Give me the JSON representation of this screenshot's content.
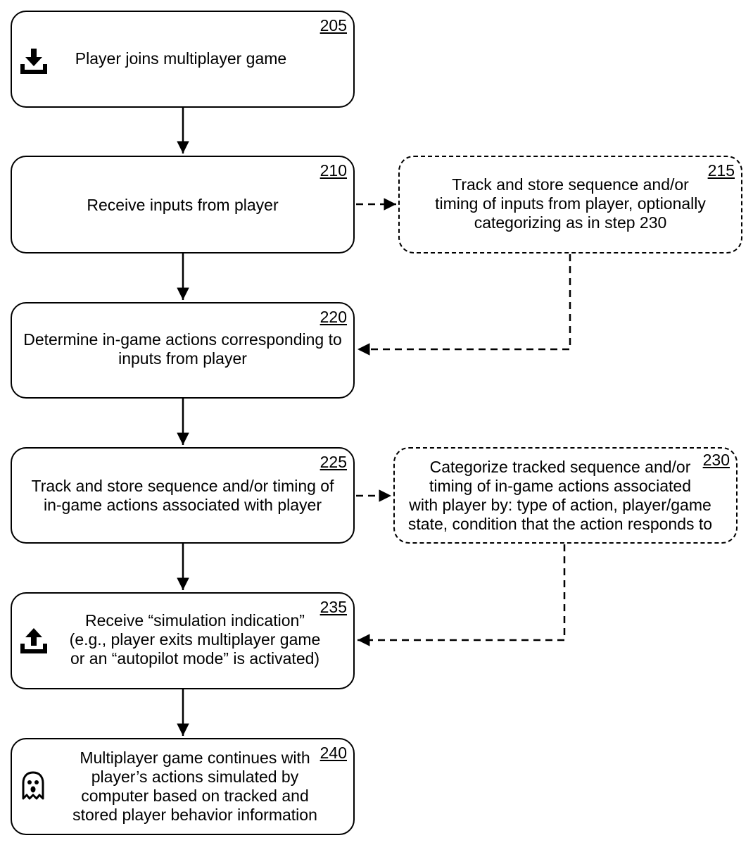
{
  "steps": {
    "s205": {
      "ref": "205",
      "text": "Player joins multiplayer game",
      "icon": "download-icon"
    },
    "s210": {
      "ref": "210",
      "text": "Receive inputs from player"
    },
    "s215": {
      "ref": "215",
      "text": "Track and store sequence and/or\ntiming of inputs from player, optionally\ncategorizing as in step 230",
      "optional": true
    },
    "s220": {
      "ref": "220",
      "text": "Determine in-game actions corresponding to\ninputs from player"
    },
    "s225": {
      "ref": "225",
      "text": "Track and store sequence and/or timing of\nin-game actions associated with player"
    },
    "s230": {
      "ref": "230",
      "text": "Categorize tracked sequence and/or\ntiming of in-game actions associated\nwith player by: type of action, player/game\nstate, condition that the action responds to",
      "optional": true
    },
    "s235": {
      "ref": "235",
      "text": "Receive “simulation indication”\n(e.g., player exits multiplayer game\nor an “autopilot mode” is activated)",
      "icon": "upload-icon"
    },
    "s240": {
      "ref": "240",
      "text": "Multiplayer game continues with\nplayer’s actions simulated by\ncomputer based on tracked and\nstored player behavior information",
      "icon": "ghost-icon"
    }
  },
  "connections": [
    {
      "from": "205",
      "to": "210",
      "style": "solid"
    },
    {
      "from": "210",
      "to": "220",
      "style": "solid"
    },
    {
      "from": "220",
      "to": "225",
      "style": "solid"
    },
    {
      "from": "225",
      "to": "235",
      "style": "solid"
    },
    {
      "from": "235",
      "to": "240",
      "style": "solid"
    },
    {
      "from": "210",
      "to": "215",
      "style": "dashed"
    },
    {
      "from": "215",
      "to": "220",
      "style": "dashed"
    },
    {
      "from": "225",
      "to": "230",
      "style": "dashed"
    },
    {
      "from": "230",
      "to": "235",
      "style": "dashed"
    }
  ]
}
